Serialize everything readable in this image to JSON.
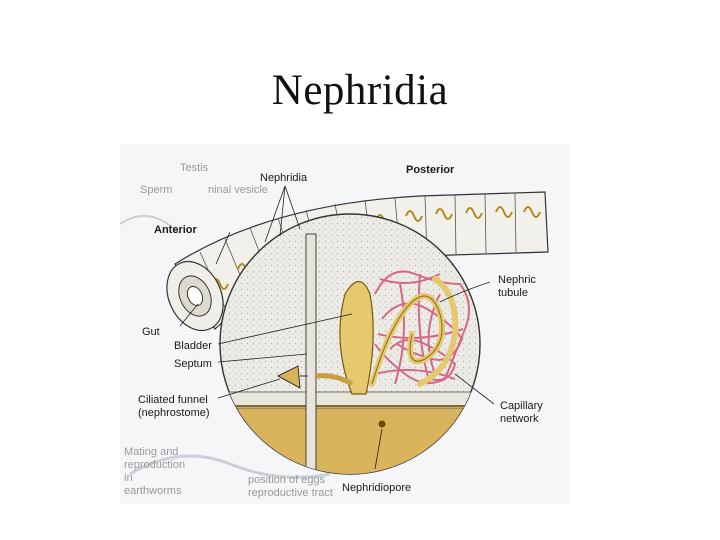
{
  "slide": {
    "title": "Nephridia"
  },
  "figure": {
    "labels": {
      "nephridia": "Nephridia",
      "posterior": "Posterior",
      "anterior": "Anterior",
      "nephric_tubule": "Nephric\ntubule",
      "gut": "Gut",
      "bladder": "Bladder",
      "septum": "Septum",
      "ciliated_funnel": "Ciliated funnel\n(nephrostome)",
      "capillary_network": "Capillary\nnetwork",
      "nephridiopore": "Nephridiopore"
    },
    "background_fragments": {
      "testis": "Testis",
      "sperm": "Sperm",
      "seminal_vesicle": "ninal vesicle",
      "mating": "Mating and\nreproduction\nin\nearthworms",
      "egg": "position of eggs\nreproductive tract"
    },
    "colors": {
      "tubule": "#d46a86",
      "bladder": "#e6c86e",
      "tissue": "#f0ede4",
      "wall": "#d8b45a",
      "outline": "#2a2a2a"
    }
  }
}
